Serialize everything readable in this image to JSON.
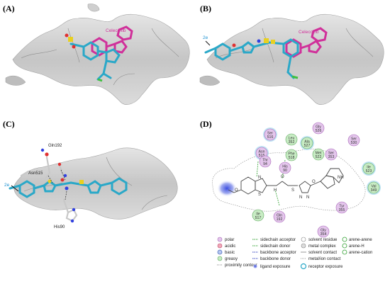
{
  "panels": {
    "a": {
      "label": "(A)",
      "ligand_tag": "Celecoxib"
    },
    "b": {
      "label": "(B)",
      "ligand_tag": "Celecoxib",
      "compound_tag": "2e"
    },
    "c": {
      "label": "(C)",
      "compound_tag": "2e",
      "residues": [
        "Gln192",
        "Asn515",
        "His90"
      ]
    },
    "d": {
      "label": "(D)"
    }
  },
  "interaction_map": {
    "residues": [
      {
        "name": "Ser",
        "num": "516",
        "kind": "polar"
      },
      {
        "name": "Leu",
        "num": "352",
        "kind": "greasy"
      },
      {
        "name": "Gly",
        "num": "526",
        "kind": "polar"
      },
      {
        "name": "Ala",
        "num": "527",
        "kind": "greasy"
      },
      {
        "name": "Ser",
        "num": "530",
        "kind": "polar"
      },
      {
        "name": "Asn",
        "num": "515",
        "kind": "polar"
      },
      {
        "name": "Phe",
        "num": "518",
        "kind": "greasy"
      },
      {
        "name": "Met",
        "num": "522",
        "kind": "greasy"
      },
      {
        "name": "Ser",
        "num": "353",
        "kind": "polar"
      },
      {
        "name": "Thr",
        "num": "94",
        "kind": "polar"
      },
      {
        "name": "His",
        "num": "90",
        "kind": "polar"
      },
      {
        "name": "Ile",
        "num": "523",
        "kind": "greasy"
      },
      {
        "name": "Val",
        "num": "349",
        "kind": "greasy"
      },
      {
        "name": "Ile",
        "num": "517",
        "kind": "greasy"
      },
      {
        "name": "Gln",
        "num": "192",
        "kind": "polar"
      },
      {
        "name": "Tyr",
        "num": "355",
        "kind": "polar"
      },
      {
        "name": "Gly",
        "num": "354",
        "kind": "polar"
      }
    ],
    "atoms": [
      "O",
      "N",
      "S",
      "H",
      "O",
      "S",
      "N",
      "N",
      "O",
      "NH"
    ]
  },
  "legend": {
    "col1": [
      "polar",
      "acidic",
      "basic",
      "greasy",
      "proximity contour"
    ],
    "col2": [
      "sidechain acceptor",
      "sidechain donor",
      "backbone acceptor",
      "backbone donor",
      "ligand exposure"
    ],
    "col3": [
      "solvent residue",
      "metal complex",
      "solvent contact",
      "metal/ion contact",
      "receptor exposure"
    ],
    "col4": [
      "arene-arene",
      "arene-H",
      "arene-cation"
    ]
  },
  "colors": {
    "polar": "#e4c6ec",
    "polar_edge": "#a868b8",
    "greasy": "#c8ecc4",
    "greasy_edge": "#60a860",
    "acidic": "#f0a8b8",
    "basic": "#b8c8f0",
    "ligand_cyan": "#2aa8c8",
    "celecoxib_pink": "#d0309a",
    "surface": "#c4c4c4",
    "hbond_green": "#30a030"
  }
}
